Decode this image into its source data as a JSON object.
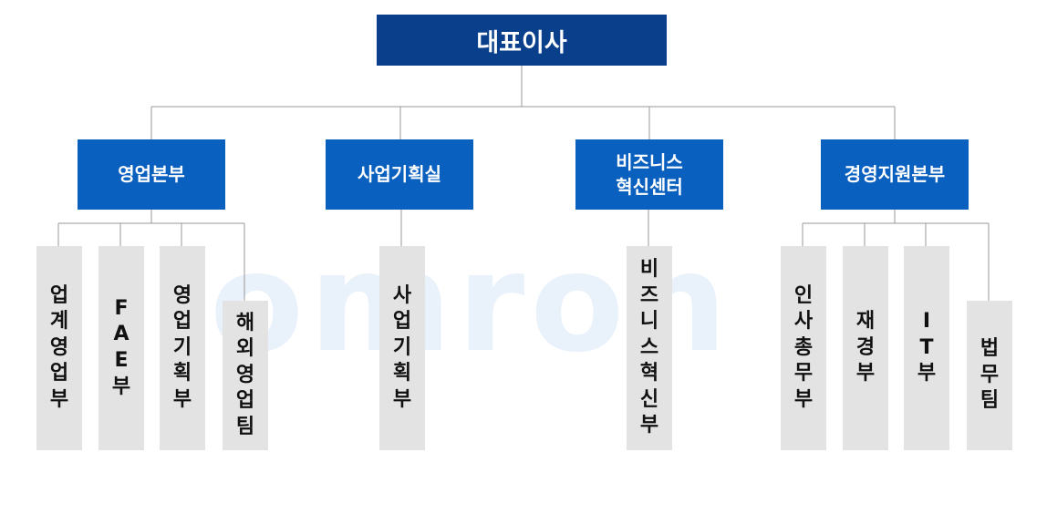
{
  "watermark": "omron",
  "ceo": "대표이사",
  "divisions": [
    {
      "label": "영업본부",
      "departments": [
        "업계영업부",
        "FAE부",
        "영업기획부",
        "해외영업팀"
      ]
    },
    {
      "label": "사업기획실",
      "departments": [
        "사업기획부"
      ]
    },
    {
      "label": "비즈니스\n혁신센터",
      "departments": [
        "비즈니스혁신부"
      ]
    },
    {
      "label": "경영지원본부",
      "departments": [
        "인사총무부",
        "재경부",
        "IT부",
        "법무팀"
      ]
    }
  ],
  "colors": {
    "ceo": "#0a3f8c",
    "division": "#0a60bf",
    "department": "#e3e3e3",
    "line": "#999999"
  }
}
